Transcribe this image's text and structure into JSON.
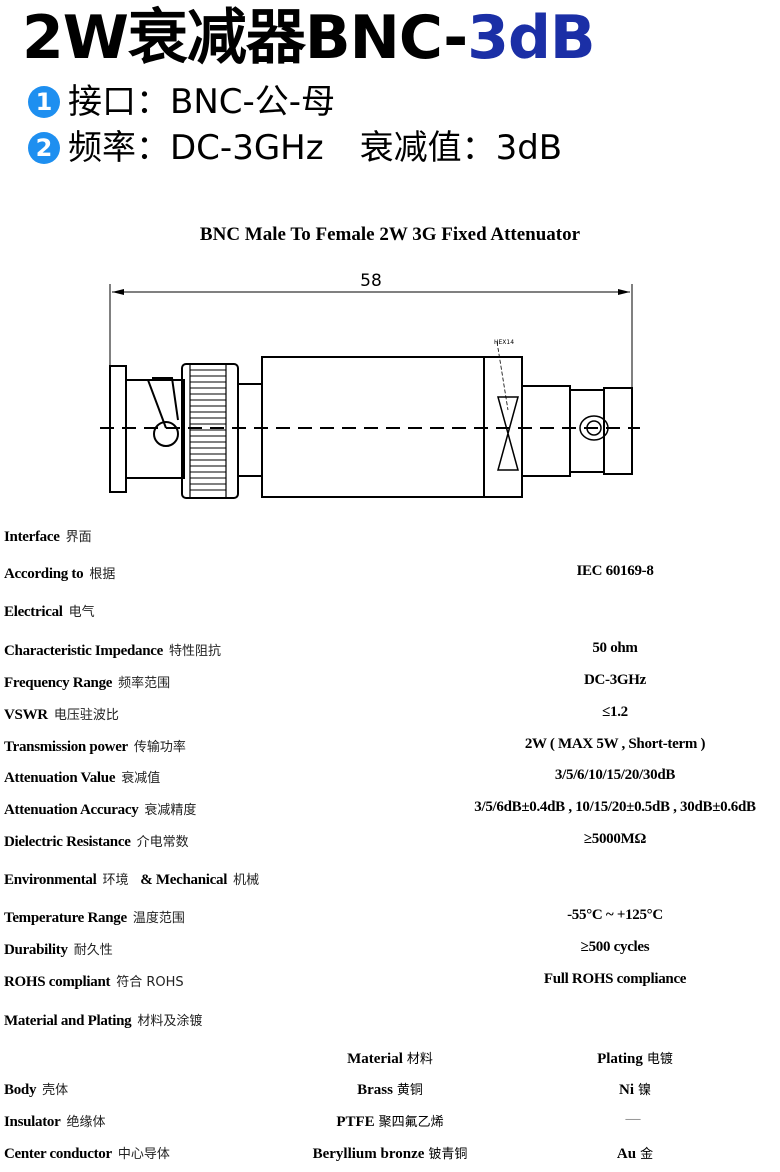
{
  "header": {
    "title_main": "2W衰减器BNC-",
    "title_accent": "3dB",
    "accent_color": "#1b2fa6",
    "features": [
      {
        "num": "1",
        "text": "接口：BNC-公-母"
      },
      {
        "num": "2",
        "text": "频率：DC-3GHz",
        "text2": "衰减值：3dB"
      }
    ]
  },
  "diagram": {
    "title": "BNC Male To Female 2W 3G Fixed Attenuator",
    "dimension": "58",
    "hex_label": "HEX14"
  },
  "specs": [
    {
      "en": "Interface",
      "zh": "界面",
      "value": ""
    },
    {
      "en": "According to",
      "zh": "根据",
      "value": "IEC 60169-8"
    },
    {
      "en": "Electrical",
      "zh": "电气",
      "value": ""
    },
    {
      "en": "Characteristic Impedance",
      "zh": "特性阻抗",
      "value": "50 ohm"
    },
    {
      "en": "Frequency Range",
      "zh": "频率范围",
      "value": "DC-3GHz"
    },
    {
      "en": "VSWR",
      "zh": "电压驻波比",
      "value": "≤1.2"
    },
    {
      "en": "Transmission power",
      "zh": "传输功率",
      "value": "2W ( MAX 5W , Short-term )"
    },
    {
      "en": "Attenuation Value",
      "zh": "衰减值",
      "value": "3/5/6/10/15/20/30dB"
    },
    {
      "en": "Attenuation Accuracy",
      "zh": "衰减精度",
      "value": "3/5/6dB±0.4dB , 10/15/20±0.5dB , 30dB±0.6dB"
    },
    {
      "en": "Dielectric Resistance",
      "zh": "介电常数",
      "value": "≥5000MΩ"
    },
    {
      "en": "Environmental",
      "zh": "环境",
      "en2": "& Mechanical",
      "zh2": "机械",
      "value": ""
    },
    {
      "en": "Temperature Range",
      "zh": "温度范围",
      "value": "-55°C ~ +125°C"
    },
    {
      "en": "Durability",
      "zh": "耐久性",
      "value": "≥500 cycles"
    },
    {
      "en": "ROHS compliant",
      "zh": "符合 ROHS",
      "value": "Full ROHS compliance"
    },
    {
      "en": "Material and Plating",
      "zh": "材料及涂镀",
      "value": ""
    }
  ],
  "materials": {
    "header": {
      "material_en": "Material",
      "material_zh": "材料",
      "plating_en": "Plating",
      "plating_zh": "电镀"
    },
    "rows": [
      {
        "en": "Body",
        "zh": "壳体",
        "mat_en": "Brass",
        "mat_zh": "黄铜",
        "plat_en": "Ni",
        "plat_zh": "镍"
      },
      {
        "en": "Insulator",
        "zh": "绝缘体",
        "mat_en": "PTFE",
        "mat_zh": "聚四氟乙烯",
        "plat_en": "—",
        "plat_zh": ""
      },
      {
        "en": "Center conductor",
        "zh": "中心导体",
        "mat_en": "Beryllium bronze",
        "mat_zh": "铍青铜",
        "plat_en": "Au",
        "plat_zh": "金"
      }
    ]
  }
}
